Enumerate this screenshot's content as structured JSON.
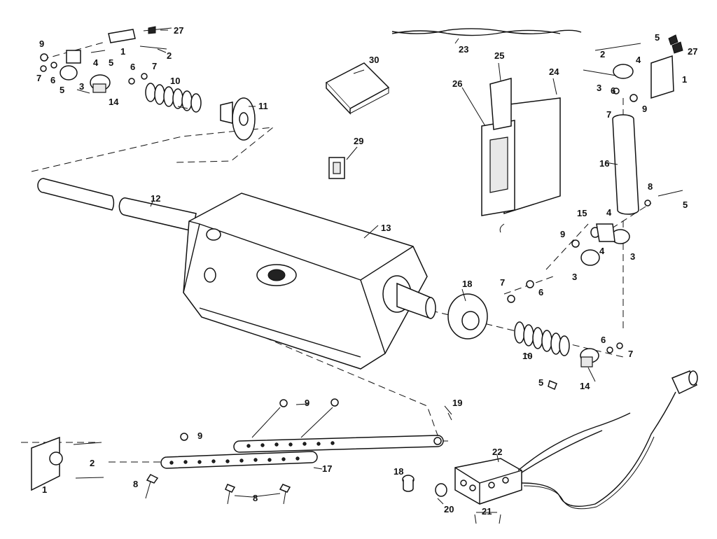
{
  "callouts": {
    "c1a": "1",
    "c2a": "2",
    "c3a": "3",
    "c4a": "4",
    "c5a": "5",
    "c5b": "5",
    "c6a": "6",
    "c6b": "6",
    "c7a": "7",
    "c7b": "7",
    "c9a": "9",
    "c10a": "10",
    "c11": "11",
    "c12": "12",
    "c13": "13",
    "c14a": "14",
    "c27a": "27",
    "c23": "23",
    "c25": "25",
    "c24": "24",
    "c26": "26",
    "c30": "30",
    "c29": "29",
    "c5c": "5",
    "c27b": "27",
    "c2b": "2",
    "c4b": "4",
    "c1b": "1",
    "c3b": "3",
    "c6c": "6",
    "c9b": "9",
    "c7c": "7",
    "c16": "16",
    "c8a": "8",
    "c5d": "5",
    "c15": "15",
    "c4c": "4",
    "c9c": "9",
    "c3c": "3",
    "c3d": "3",
    "c18a": "18",
    "c7d": "7",
    "c6d": "6",
    "c10b": "10",
    "c14b": "14",
    "c6e": "6",
    "c7e": "7",
    "c5e": "5",
    "c19": "19",
    "c9d": "9",
    "c9e": "9",
    "c17": "17",
    "c2c": "2",
    "c1c": "1",
    "c8b": "8",
    "c8c": "8",
    "c18b": "18",
    "c22": "22",
    "c20": "20",
    "c21": "21"
  }
}
